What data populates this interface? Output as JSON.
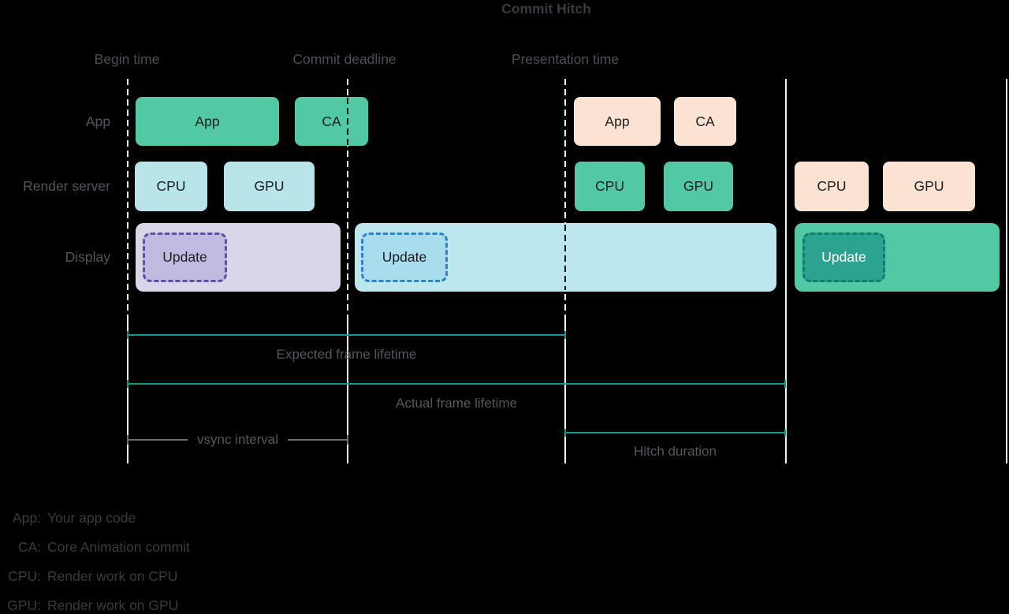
{
  "title": "Commit Hitch",
  "columns": {
    "begin": "Begin time",
    "commit": "Commit deadline",
    "presentation": "Presentation time"
  },
  "rows": {
    "app": "App",
    "render_server": "Render server",
    "display": "Display"
  },
  "blocks": {
    "app_row": {
      "app1": "App",
      "ca1": "CA",
      "app2": "App",
      "ca2": "CA"
    },
    "render_row": {
      "cpu1": "CPU",
      "gpu1": "GPU",
      "cpu2": "CPU",
      "gpu2": "GPU",
      "cpu3": "CPU",
      "gpu3": "GPU"
    },
    "display_row": {
      "update1": "Update",
      "update2": "Update",
      "update3": "Update"
    }
  },
  "measures": {
    "expected": "Expected frame lifetime",
    "actual": "Actual frame lifetime",
    "vsync": "vsync interval",
    "hitch": "Hitch duration"
  },
  "legend": [
    {
      "term": "App:",
      "desc": "Your app code"
    },
    {
      "term": "CA:",
      "desc": "Core Animation commit"
    },
    {
      "term": "CPU:",
      "desc": "Render work on CPU"
    },
    {
      "term": "GPU:",
      "desc": "Render work on GPU"
    }
  ],
  "colors": {
    "background": "#000000",
    "block_green": "#52c8a5",
    "block_peach": "#fbe3d3",
    "block_cyan": "#b8e5ea",
    "display_lavender": "#d9d6e9",
    "display_cyan": "#bde7ee",
    "display_green": "#52c8a5",
    "update_purple_fill": "#c1bae1",
    "update_purple_border": "#5c50a8",
    "update_blue_fill": "#a9dcec",
    "update_blue_border": "#2f7fd3",
    "update_teal_fill": "#2aa491",
    "update_teal_border": "#117e6c",
    "measure_line_teal": "#14988c",
    "measure_line_gray": "#6e6e73",
    "vertical_line": "#f2f2f5",
    "text_gray": "#55555a",
    "text_dark": "#3b3b3f"
  }
}
